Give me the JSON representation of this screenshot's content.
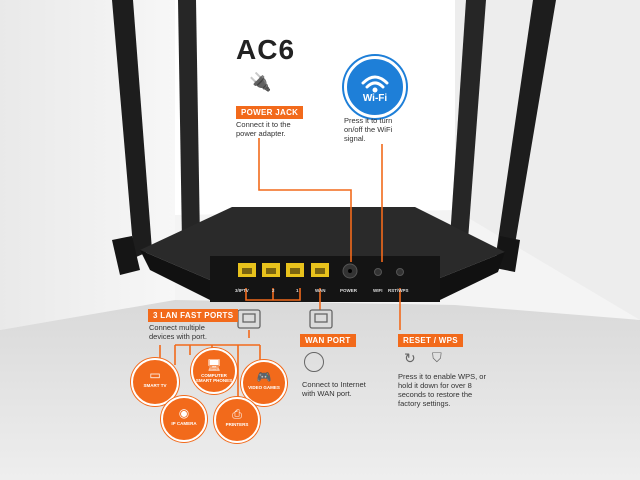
{
  "title": "AC6",
  "power_jack": {
    "label": "POWER JACK",
    "description": [
      "Connect it to the",
      "power adapter."
    ]
  },
  "wifi_button": {
    "badge": "Wi-Fi",
    "description": [
      "Press it to turn",
      "on/off the WiFi",
      "signal."
    ]
  },
  "port_labels": [
    "3/IPTV",
    "2",
    "1",
    "WAN",
    "POWER",
    "WIFI",
    "RST/WPS"
  ],
  "lan_ports": {
    "label": "3 LAN FAST PORTS",
    "description": [
      "Connect multiple",
      "devices with port."
    ]
  },
  "wan_port": {
    "label": "WAN PORT",
    "description": [
      "Connect to Internet",
      "with WAN port."
    ]
  },
  "reset_wps": {
    "label": "RESET / WPS",
    "description": [
      "Press it to enable WPS, or",
      "hold it down for over 8",
      "seconds to restore the",
      "factory settings."
    ]
  },
  "devices": [
    {
      "name": "SMART TV",
      "icon": "tv-icon"
    },
    {
      "name": "COMPUTER SMART PHONES",
      "icon": "computer-icon"
    },
    {
      "name": "VIDEO GAMES",
      "icon": "gamepad-icon"
    },
    {
      "name": "IP CAMERA",
      "icon": "camera-icon"
    },
    {
      "name": "PRINTERS",
      "icon": "printer-icon"
    }
  ],
  "colors": {
    "accent": "#f26a1b",
    "router_body": "#1a1a1a",
    "lan_port": "#e8c21c",
    "wifi_blue": "#1e7fd8"
  }
}
